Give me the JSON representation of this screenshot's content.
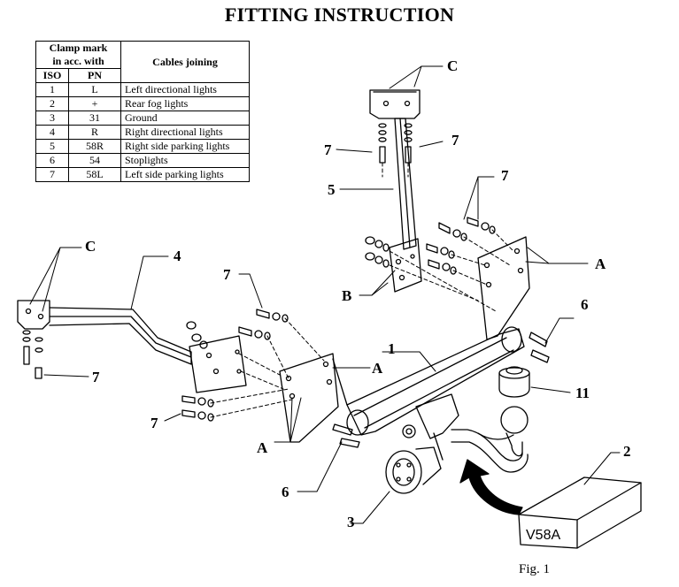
{
  "title": "FITTING INSTRUCTION",
  "table": {
    "header_clamp": "Clamp mark in acc. with",
    "header_clamp_line1": "Clamp mark",
    "header_clamp_line2": "in acc. with",
    "header_iso": "ISO",
    "header_pn": "PN",
    "header_cables": "Cables joining",
    "rows": [
      {
        "iso": "1",
        "pn": "L",
        "cable": "Left directional lights"
      },
      {
        "iso": "2",
        "pn": "+",
        "cable": "Rear fog lights"
      },
      {
        "iso": "3",
        "pn": "31",
        "cable": "Ground"
      },
      {
        "iso": "4",
        "pn": "R",
        "cable": "Right directional lights"
      },
      {
        "iso": "5",
        "pn": "58R",
        "cable": "Right side parking lights"
      },
      {
        "iso": "6",
        "pn": "54",
        "cable": "Stoplights"
      },
      {
        "iso": "7",
        "pn": "58L",
        "cable": "Left side parking lights"
      }
    ]
  },
  "callouts": {
    "c_top": "C",
    "c_left": "C",
    "n1": "1",
    "n2": "2",
    "n3": "3",
    "n4": "4",
    "n5": "5",
    "n6_right": "6",
    "n6_bottom": "6",
    "n7_top_left": "7",
    "n7_top_right": "7",
    "n7_upper_right": "7",
    "n7_mid_left": "7",
    "n7_left": "7",
    "n7_lower_left": "7",
    "n11": "11",
    "a_right": "A",
    "a_mid": "A",
    "a_bottom": "A",
    "b": "B"
  },
  "box_label": "V58A",
  "figure_label": "Fig. 1"
}
